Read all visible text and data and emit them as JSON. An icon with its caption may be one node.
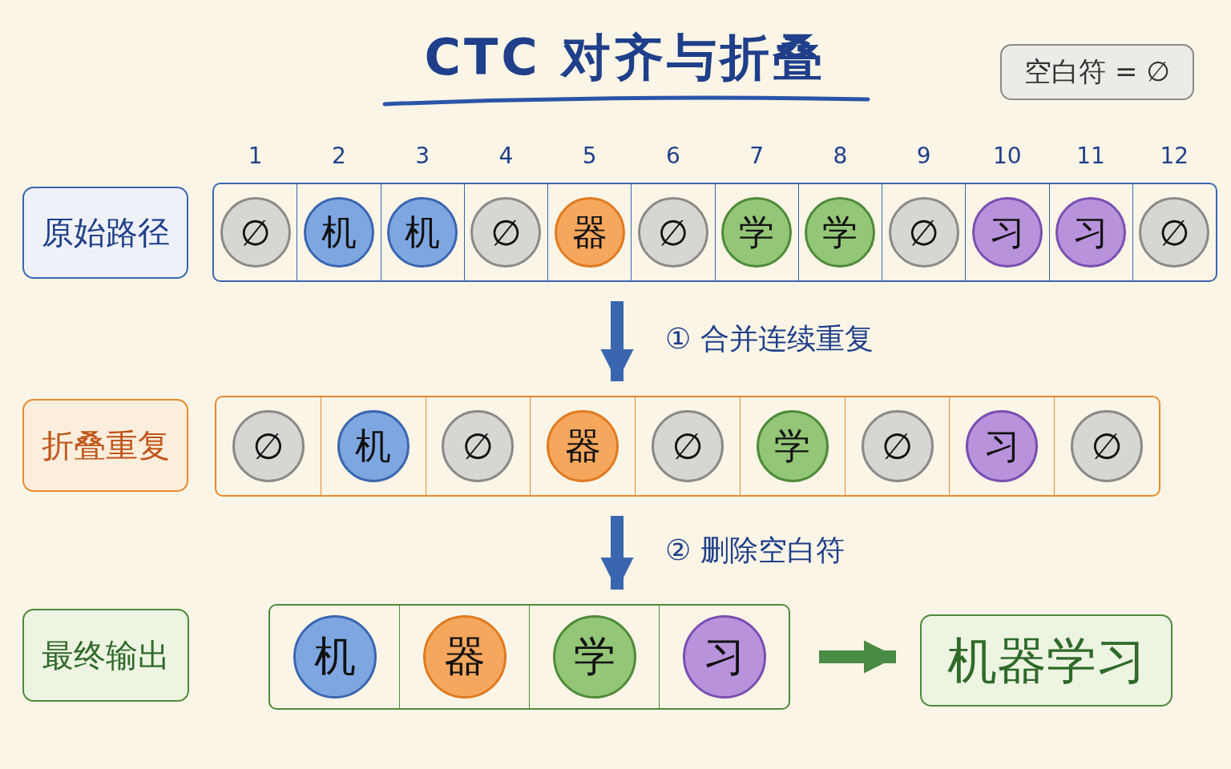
{
  "diagram": {
    "title": "CTC 对齐与折叠",
    "nodes": [
      {
        "text": [
          "原始路径"
        ]
      },
      {
        "text": [],
        "shape": "box"
      },
      {
        "text": [
          "∅"
        ],
        "in": 1,
        "beside": [
          "1"
        ]
      },
      {
        "text": [
          "机"
        ],
        "in": 1,
        "beside": [
          "2"
        ]
      },
      {
        "text": [
          "机"
        ],
        "in": 1,
        "beside": [
          "3"
        ]
      },
      {
        "text": [
          "∅"
        ],
        "in": 1,
        "beside": [
          "4"
        ]
      },
      {
        "text": [
          "器"
        ],
        "in": 1,
        "beside": [
          "5"
        ]
      },
      {
        "text": [
          "∅"
        ],
        "in": 1,
        "beside": [
          "6"
        ]
      },
      {
        "text": [
          "学"
        ],
        "in": 1,
        "beside": [
          "7"
        ]
      },
      {
        "text": [
          "学"
        ],
        "in": 1,
        "beside": [
          "8"
        ]
      },
      {
        "text": [
          "∅"
        ],
        "in": 1,
        "beside": [
          "9"
        ]
      },
      {
        "text": [
          "习"
        ],
        "in": 1,
        "beside": [
          "10"
        ]
      },
      {
        "text": [
          "习"
        ],
        "in": 1,
        "beside": [
          "11"
        ]
      },
      {
        "text": [
          "∅"
        ],
        "in": 1,
        "beside": [
          "12"
        ]
      },
      {
        "text": [
          "折叠重复"
        ]
      },
      {
        "text": [],
        "shape": "box"
      },
      {
        "text": [
          "∅"
        ],
        "in": 15
      },
      {
        "text": [
          "机"
        ],
        "in": 15
      },
      {
        "text": [
          "∅"
        ],
        "in": 15
      },
      {
        "text": [
          "器"
        ],
        "in": 15
      },
      {
        "text": [
          "∅"
        ],
        "in": 15
      },
      {
        "text": [
          "学"
        ],
        "in": 15
      },
      {
        "text": [
          "∅"
        ],
        "in": 15
      },
      {
        "text": [
          "习"
        ],
        "in": 15
      },
      {
        "text": [
          "∅"
        ],
        "in": 15
      },
      {
        "text": [
          "最终输出"
        ]
      },
      {
        "text": [],
        "shape": "box"
      },
      {
        "text": [
          "机"
        ],
        "in": 26
      },
      {
        "text": [
          "器"
        ],
        "in": 26
      },
      {
        "text": [
          "学"
        ],
        "in": 26
      },
      {
        "text": [
          "习"
        ],
        "in": 26
      },
      {
        "text": [
          "机器学习"
        ]
      },
      {
        "text": [
          "空白符 = ∅"
        ]
      }
    ],
    "edges": [
      {
        "from": 1,
        "to": 15,
        "arrow": "to",
        "label": "① 合并连续重复"
      },
      {
        "from": 15,
        "to": 26,
        "arrow": "to",
        "label": "② 删除空白符"
      },
      {
        "from": 26,
        "to": 31,
        "arrow": "to",
        "color": "#4a8a45"
      }
    ]
  }
}
